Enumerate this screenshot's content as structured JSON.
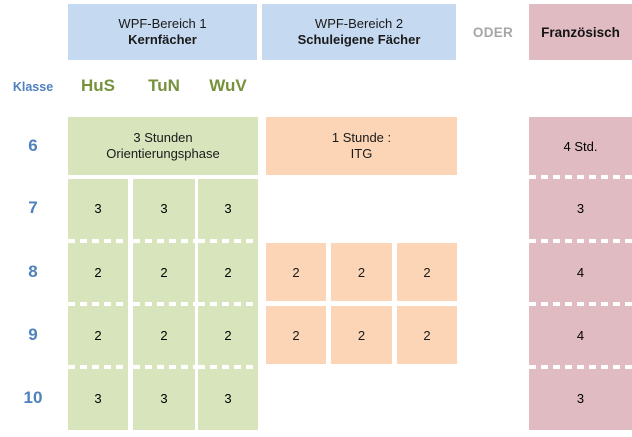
{
  "header": {
    "area1": {
      "line1": "WPF-Bereich 1",
      "line2": "Kernfächer"
    },
    "area2": {
      "line1": "WPF-Bereich 2",
      "line2": "Schuleigene Fächer"
    },
    "or_label": "ODER",
    "alt": "Französisch"
  },
  "labels": {
    "klasse": "Klasse",
    "subjects": [
      "HuS",
      "TuN",
      "WuV"
    ]
  },
  "rows": [
    {
      "grade": "6"
    },
    {
      "grade": "7"
    },
    {
      "grade": "8"
    },
    {
      "grade": "9"
    },
    {
      "grade": "10"
    }
  ],
  "core": {
    "merged_row6": {
      "line1": "3 Stunden",
      "line2": "Orientierungsphase"
    },
    "cells": [
      {
        "grade": "7",
        "values": [
          "3",
          "3",
          "3"
        ]
      },
      {
        "grade": "8",
        "values": [
          "2",
          "2",
          "2"
        ]
      },
      {
        "grade": "9",
        "values": [
          "2",
          "2",
          "2"
        ]
      },
      {
        "grade": "10",
        "values": [
          "3",
          "3",
          "3"
        ]
      }
    ]
  },
  "school": {
    "merged_row6": {
      "line1": "1 Stunde :",
      "line2": "ITG"
    },
    "cells": [
      {
        "grade": "8",
        "values": [
          "2",
          "2",
          "2"
        ]
      },
      {
        "grade": "9",
        "values": [
          "2",
          "2",
          "2"
        ]
      }
    ]
  },
  "french": {
    "cells": [
      {
        "grade": "6",
        "value": "4 Std."
      },
      {
        "grade": "7",
        "value": "3"
      },
      {
        "grade": "8",
        "value": "4"
      },
      {
        "grade": "9",
        "value": "4"
      },
      {
        "grade": "10",
        "value": "3"
      }
    ]
  },
  "colors": {
    "header_blue": "#c5d9f1",
    "core_green": "#d8e4bc",
    "school_orange": "#fbd5b5",
    "french_pink": "#e0bcc2",
    "grade_blue": "#4f81bd",
    "subject_green": "#76923c",
    "or_gray": "#a6a6a6"
  },
  "chart_data": {
    "type": "table",
    "title": "WPF-Wochenstunden nach Klassenstufe",
    "columns": [
      "Klasse",
      "HuS",
      "TuN",
      "WuV",
      "Schuleigene Fächer 1",
      "Schuleigene Fächer 2",
      "Schuleigene Fächer 3",
      "Französisch"
    ],
    "rows": [
      [
        "6",
        "3 Stunden Orientierungsphase",
        "3 Stunden Orientierungsphase",
        "3 Stunden Orientierungsphase",
        "1 Stunde : ITG",
        "1 Stunde : ITG",
        "1 Stunde : ITG",
        "4 Std."
      ],
      [
        "7",
        "3",
        "3",
        "3",
        "",
        "",
        "",
        "3"
      ],
      [
        "8",
        "2",
        "2",
        "2",
        "2",
        "2",
        "2",
        "4"
      ],
      [
        "9",
        "2",
        "2",
        "2",
        "2",
        "2",
        "2",
        "4"
      ],
      [
        "10",
        "3",
        "3",
        "3",
        "",
        "",
        "",
        "3"
      ]
    ]
  }
}
